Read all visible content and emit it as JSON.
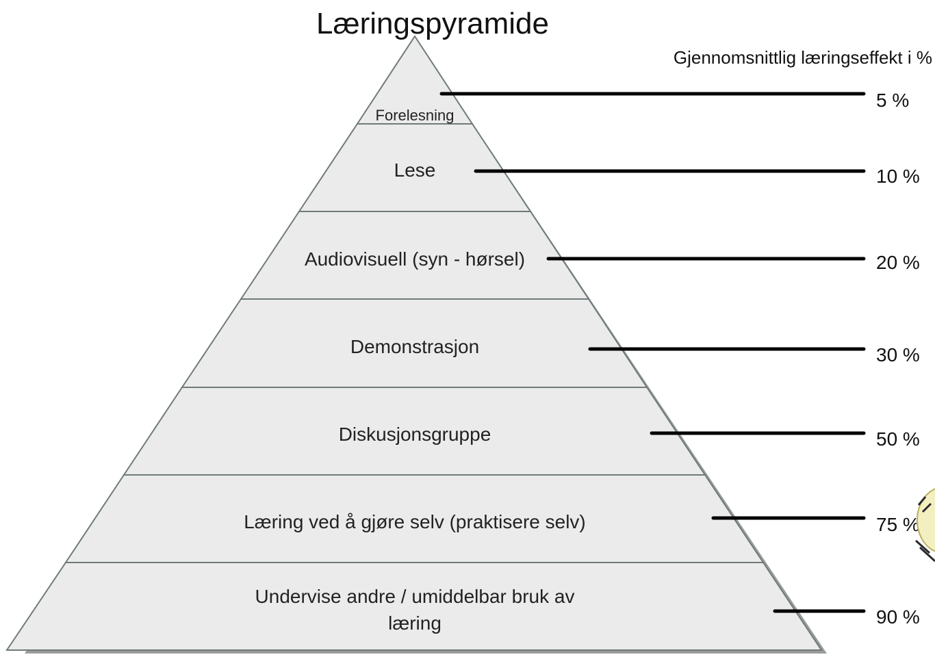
{
  "title": "Læringspyramide",
  "subtitle": "Gjennomsnittlig læringseffekt i %",
  "levels": [
    {
      "label": "Forelesning",
      "percent": "5 %"
    },
    {
      "label": "Lese",
      "percent": "10 %"
    },
    {
      "label": "Audiovisuell (syn - hørsel)",
      "percent": "20 %"
    },
    {
      "label": "Demonstrasjon",
      "percent": "30 %"
    },
    {
      "label": "Diskusjonsgruppe",
      "percent": "50 %"
    },
    {
      "label": "Læring ved å gjøre selv (praktisere selv)",
      "percent": "75 %"
    },
    {
      "label_lines": [
        "Undervise andre / umiddelbar bruk av",
        "læring"
      ],
      "percent": "90 %"
    }
  ],
  "colors": {
    "pyramid_fill": "#ebebeb",
    "pyramid_stroke": "#6f7a7a",
    "shadow": "#8a8a8a",
    "leader_line": "#000000",
    "logo_fill": "#f3efc0"
  }
}
